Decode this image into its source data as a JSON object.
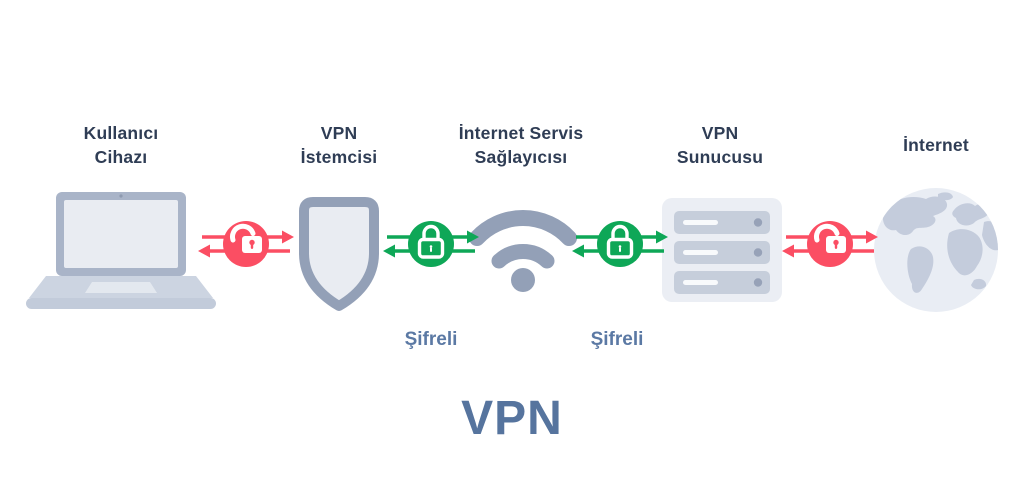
{
  "diagram": {
    "title": "VPN",
    "nodes": [
      {
        "id": "user-device",
        "icon": "laptop-icon",
        "label_line1": "Kullanıcı",
        "label_line2": "Cihazı"
      },
      {
        "id": "vpn-client",
        "icon": "shield-icon",
        "label_line1": "VPN",
        "label_line2": "İstemcisi"
      },
      {
        "id": "isp",
        "icon": "wifi-icon",
        "label_line1": "İnternet Servis",
        "label_line2": "Sağlayıcısı"
      },
      {
        "id": "vpn-server",
        "icon": "server-icon",
        "label_line1": "VPN",
        "label_line2": "Sunucusu"
      },
      {
        "id": "internet",
        "icon": "globe-icon",
        "label_line1": "İnternet",
        "label_line2": ""
      }
    ],
    "links": [
      {
        "between": "user-device ↔ vpn-client",
        "state": "unencrypted",
        "lock": "open",
        "color": "#fb4e63",
        "label": ""
      },
      {
        "between": "vpn-client ↔ isp",
        "state": "encrypted",
        "lock": "closed",
        "color": "#0ea757",
        "label": "Şifreli"
      },
      {
        "between": "isp ↔ vpn-server",
        "state": "encrypted",
        "lock": "closed",
        "color": "#0ea757",
        "label": "Şifreli"
      },
      {
        "between": "vpn-server ↔ internet",
        "state": "unencrypted",
        "lock": "open",
        "color": "#fb4e63",
        "label": ""
      }
    ],
    "colors": {
      "unencrypted_red": "#fb4e63",
      "encrypted_green": "#0ea757",
      "label_navy": "#2f3d55",
      "accent_steel_blue": "#5b79a4",
      "title_blue": "#56749e",
      "icon_gray_blue": "#93a0b7",
      "icon_light_fill": "#e9edf4"
    }
  }
}
